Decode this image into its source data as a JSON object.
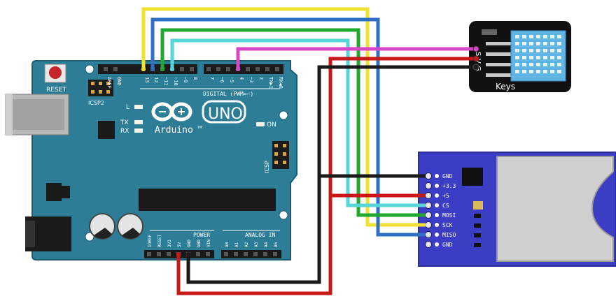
{
  "arduino": {
    "reset_label": "RESET",
    "icsp2_label": "ICSP2",
    "icsp_label": "ICSP",
    "logo_text": "Arduino",
    "logo_tm": "TM",
    "model": "UNO",
    "led_l": "L",
    "led_tx": "TX",
    "led_rx": "RX",
    "on_label": "ON",
    "digital_label": "DIGITAL (PWM=~)",
    "power_label": "POWER",
    "analog_label": "ANALOG IN",
    "top_pins_left": [
      "AREF",
      "GND",
      "13",
      "12",
      "~11",
      "~10",
      "~9",
      "8"
    ],
    "top_pins_right": [
      "7",
      "~6",
      "~5",
      "4",
      "~3",
      "2",
      "TX▶1",
      "RX◀0"
    ],
    "power_pins": [
      "IOREF",
      "RESET",
      "3V3",
      "5V",
      "GND",
      "GND",
      "VIN"
    ],
    "analog_pins": [
      "A0",
      "A1",
      "A2",
      "A3",
      "A4",
      "A5"
    ]
  },
  "dht_sensor": {
    "label": "Keys",
    "pin_labels": [
      "S",
      "V",
      "G"
    ]
  },
  "sd_module": {
    "pins": [
      "GND",
      "+3.3",
      "+5",
      "CS",
      "MOSI",
      "SCK",
      "MISO",
      "GND"
    ]
  },
  "wire_colors": {
    "yellow": "#f0e030",
    "blue": "#2f6fc4",
    "green": "#1faa2f",
    "cyan": "#55d6d6",
    "magenta": "#d846c8",
    "red": "#c81818",
    "black": "#1a1a1a"
  },
  "board_colors": {
    "arduino": "#2d7d96",
    "sd_module": "#3b3dc4",
    "sensor_body": "#111111",
    "sensor_grid": "#5fb4e6"
  }
}
